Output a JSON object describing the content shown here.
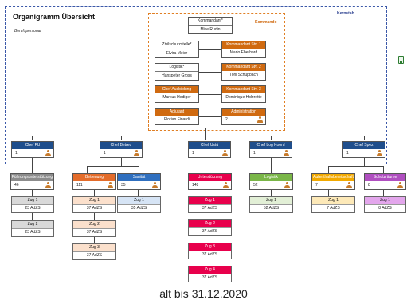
{
  "title": "Organigramm Übersicht",
  "subtitle": "Berufspersonal",
  "tag_kernstab": "Kernstab",
  "tag_kommando": "Kommando",
  "caption": "alt bis 31.12.2020",
  "colors": {
    "navy": "#1f4e8c",
    "orange": "#d06a10",
    "gray": "#8c8c8c",
    "betrieb": "#e46c2a",
    "sanitaet": "#2f6fbf",
    "unterstuetzung": "#e8004c",
    "logistik": "#7ab648",
    "aufenthalt": "#f2a900",
    "schutz": "#b04fc0"
  },
  "kommando": {
    "kommandant": {
      "title": "Kommandant*",
      "name": "Mike Rudin"
    },
    "left": [
      {
        "title": "Zivilschutzstelle*",
        "name": "Elvira Meier"
      },
      {
        "title": "Logistik*",
        "name": "Hanspeter Gross"
      },
      {
        "title": "Chef Ausbildung",
        "name": "Markus Hediger"
      },
      {
        "title": "Adjutant",
        "name": "Florian Finardi"
      }
    ],
    "right": [
      {
        "title": "Kommandant Stv. 1",
        "name": "Mario Eberhard"
      },
      {
        "title": "Kommandant Stv. 2",
        "name": "Toni Schüpbach"
      },
      {
        "title": "Kommandant Stv. 3",
        "name": "Dominique Holzrette"
      },
      {
        "title": "Administration",
        "value": "2"
      }
    ]
  },
  "chefs": [
    {
      "title": "Chef FU",
      "value": "1"
    },
    {
      "title": "Chef Betreu",
      "value": "1"
    },
    {
      "title": "Chef Ustü",
      "value": "1"
    },
    {
      "title": "Chef Log Koord",
      "value": "1"
    },
    {
      "title": "Chef Spez",
      "value": "1"
    }
  ],
  "sections": [
    {
      "title": "Führungsunterstützung",
      "value": "46",
      "zuege": [
        {
          "label": "Zug 1",
          "value": "23 AdZS"
        },
        {
          "label": "Zug 2",
          "value": "23 AdZS"
        }
      ]
    },
    {
      "title": "Betreuung",
      "value": "111",
      "zuege": [
        {
          "label": "Zug 1",
          "value": "37 AdZS"
        },
        {
          "label": "Zug 2",
          "value": "37 AdZS"
        },
        {
          "label": "Zug 3",
          "value": "37 AdZS"
        }
      ]
    },
    {
      "title": "Sanität",
      "value": "35",
      "zuege": [
        {
          "label": "Zug 1",
          "value": "35 AdZS"
        }
      ]
    },
    {
      "title": "Unterstützung",
      "value": "148",
      "zuege": [
        {
          "label": "Zug 1",
          "value": "37 AdZS"
        },
        {
          "label": "Zug 2",
          "value": "37 AdZS"
        },
        {
          "label": "Zug 3",
          "value": "37 AdZS"
        },
        {
          "label": "Zug 4",
          "value": "37 AdZS"
        }
      ]
    },
    {
      "title": "Logistik",
      "value": "52",
      "zuege": [
        {
          "label": "Zug 1",
          "value": "52 AdZS"
        }
      ]
    },
    {
      "title": "Aufenthaltsbereitschaft",
      "value": "7",
      "zuege": [
        {
          "label": "Zug 1",
          "value": "7 AdZS"
        }
      ]
    },
    {
      "title": "Schutzräume",
      "value": "8",
      "zuege": [
        {
          "label": "Zug 1",
          "value": "8 AdZS"
        }
      ]
    }
  ]
}
